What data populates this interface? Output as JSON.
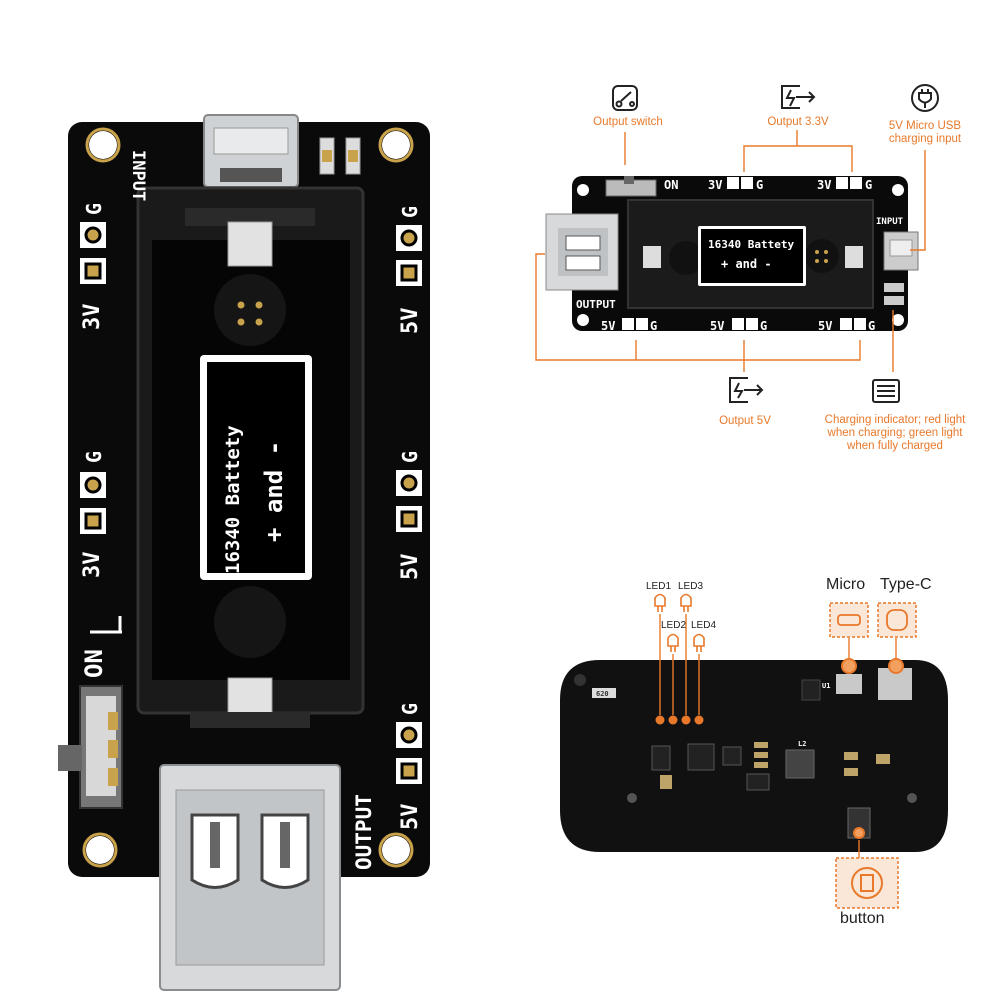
{
  "colors": {
    "accent": "#e8792b",
    "board": "#0a0a0a",
    "silk": "#ffffff",
    "pad_gold": "#c9a34b"
  },
  "left_board": {
    "input_label": "INPUT",
    "output_label": "OUTPUT",
    "battery_line1": "16340 Battety",
    "battery_line2": "+ and -",
    "on_label": "ON",
    "pin_g": "G",
    "pin_3v": "3V",
    "pin_5v": "5V"
  },
  "top_right": {
    "output_switch": "Output switch",
    "output_33v": "Output 3.3V",
    "charging_input_line1": "5V Micro USB",
    "charging_input_line2": "charging input",
    "output_5v": "Output 5V",
    "indicator_line1": "Charging indicator; red light",
    "indicator_line2": "when charging; green light",
    "indicator_line3": "when fully charged",
    "board_on": "ON",
    "board_3v": "3V",
    "board_5v": "5V",
    "board_g": "G",
    "board_input": "INPUT",
    "board_output": "OUTPUT",
    "battery_line1": "16340 Battety",
    "battery_line2": "+ and -",
    "icons": [
      "switch-icon",
      "power-out-icon",
      "plug-icon",
      "power-out-icon",
      "led-strip-icon"
    ]
  },
  "bottom_right": {
    "led1": "LED1",
    "led2": "LED2",
    "led3": "LED3",
    "led4": "LED4",
    "micro": "Micro",
    "type_c": "Type-C",
    "button": "button",
    "silk_u1": "U1",
    "silk_l2": "L2",
    "silk_620": "620",
    "icons": [
      "led-icon",
      "micro-usb-icon",
      "type-c-icon",
      "button-icon"
    ]
  }
}
